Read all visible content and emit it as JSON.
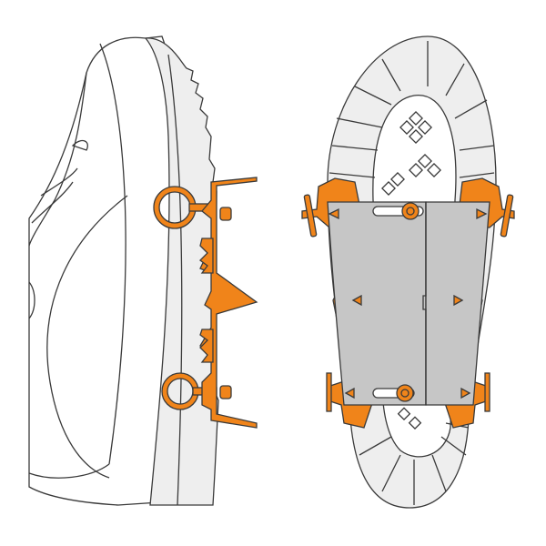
{
  "colors": {
    "outline": "#3a3a3a",
    "sole": "#eeeeee",
    "crampon": "#f0841a",
    "plate": "#c6c6c6",
    "background": "#ffffff"
  },
  "icons": [
    "boot-side-view",
    "crampon-side-view",
    "sole-bottom-view",
    "crampon-bottom-plate"
  ]
}
